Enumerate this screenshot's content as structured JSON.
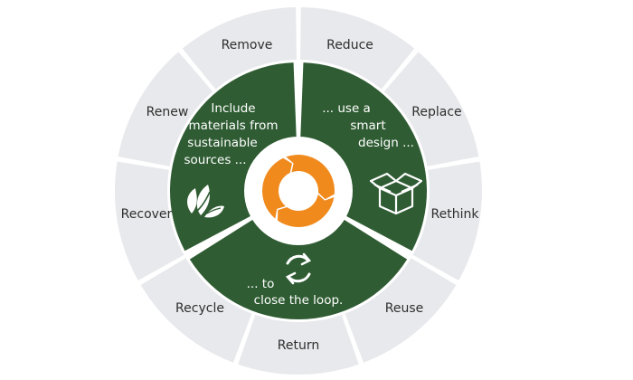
{
  "colors": {
    "outer_segment": "#e8e9ec",
    "outer_gap": "#ffffff",
    "inner_green": "#2f5c33",
    "ring_orange": "#f08a1d",
    "label_text": "#2f2f2f",
    "inner_text": "#ffffff"
  },
  "outer_segments": [
    {
      "label": "Reduce"
    },
    {
      "label": "Replace"
    },
    {
      "label": "Rethink"
    },
    {
      "label": "Reuse"
    },
    {
      "label": "Return"
    },
    {
      "label": "Recycle"
    },
    {
      "label": "Recover"
    },
    {
      "label": "Renew"
    },
    {
      "label": "Remove"
    }
  ],
  "inner_sectors": {
    "sustainable": {
      "lines": [
        "Include",
        "materials from",
        "sustainable",
        "sources ..."
      ],
      "icon": "leaf-icon"
    },
    "design": {
      "lines": [
        "... use a",
        "smart",
        "design ..."
      ],
      "icon": "open-box-icon"
    },
    "loop": {
      "lines": [
        "... to",
        "close the loop."
      ],
      "icon": "recycle-arrows-icon"
    }
  },
  "center": {
    "icon": "circular-arrows-icon"
  }
}
